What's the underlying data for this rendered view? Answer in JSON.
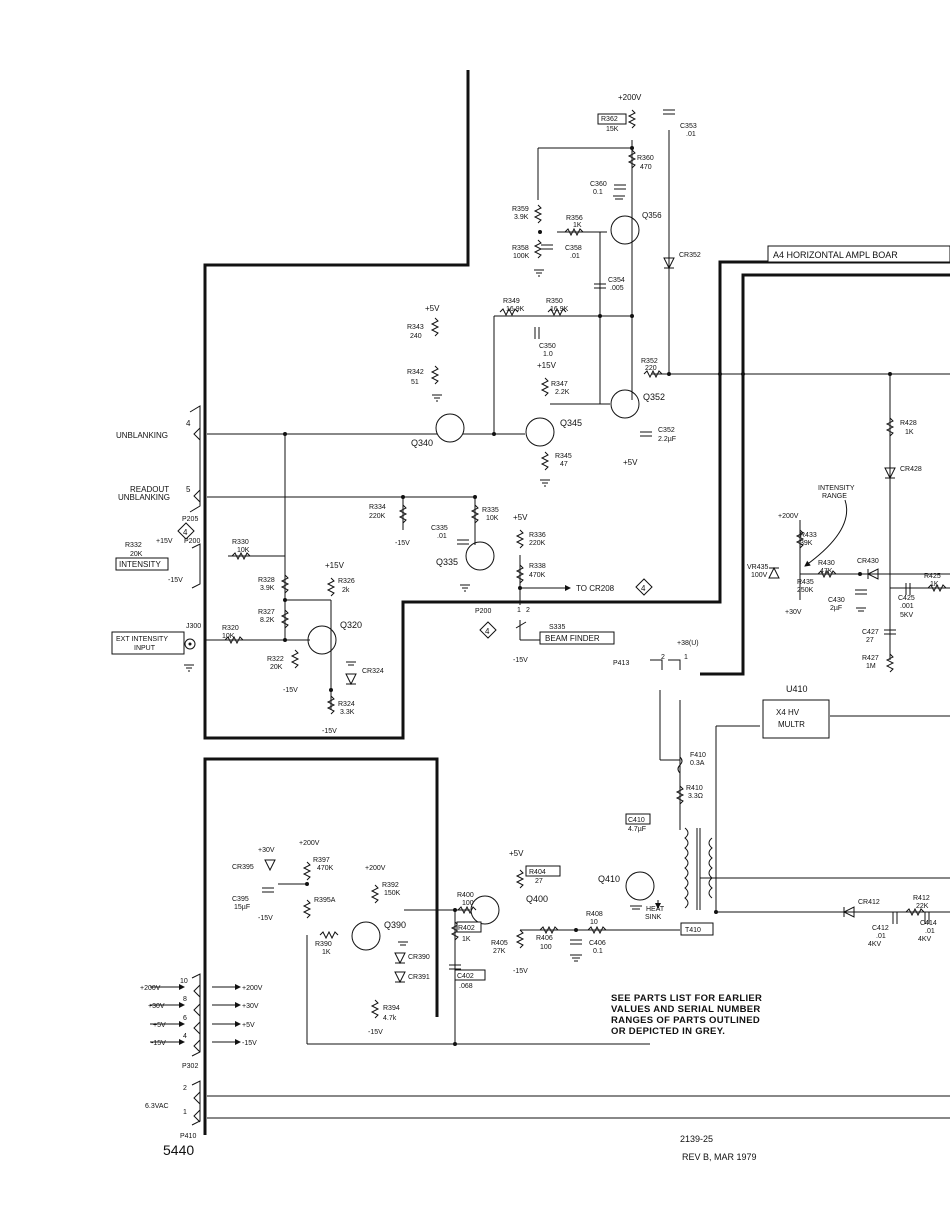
{
  "board_title": "A4 HORIZONTAL AMPL BOAR",
  "drawing_number": "5440",
  "revision": "REV B, MAR 1979",
  "part_code": "2139-25",
  "note": [
    "SEE PARTS LIST FOR EARLIER",
    "VALUES AND SERIAL NUMBER",
    "RANGES OF PARTS OUTLINED",
    "OR DEPICTED IN GREY."
  ],
  "inputs": {
    "unblanking": "UNBLANKING",
    "readout_1": "READOUT",
    "readout_2": "UNBLANKING",
    "intensity": "INTENSITY",
    "ext_1": "EXT INTENSITY",
    "ext_2": "INPUT",
    "beam_finder": "BEAM FINDER",
    "to_cr208": "TO CR208",
    "intensity_range_1": "INTENSITY",
    "intensity_range_2": "RANGE",
    "heat_sink_1": "HEAT",
    "heat_sink_2": "SINK"
  },
  "connectors": {
    "p205": "P205",
    "p200": "P200",
    "j300": "J300",
    "p413": "P413",
    "p302": "P302",
    "p410": "P410",
    "pin4": "4",
    "pin5": "5",
    "pin10": "10",
    "pin8": "8",
    "pin6": "6",
    "pin4b": "4",
    "pin2": "2",
    "pin1": "1",
    "p413_pin2": "2",
    "p413_pin1": "1",
    "p200_pin2": "2",
    "p200_pin1": "1"
  },
  "markers": {
    "m1": "4",
    "m2": "4",
    "m3": "4"
  },
  "supplies": {
    "p200v_top": "+200V",
    "p5v_a": "+5V",
    "p15v_a": "+15V",
    "p5v_b": "+5V",
    "p5v_c": "+5V",
    "m15v_a": "-15V",
    "p15v_b": "+15V",
    "m15v_b": "-15V",
    "m15v_c": "-15V",
    "m15v_d": "-15V",
    "p15v_c": "+15V",
    "m15v_e": "-15V",
    "p200v_b": "+200V",
    "p30v_a": "+30V",
    "p38u": "+38(U)",
    "p30v_b": "+30V",
    "p200v_c": "+200V",
    "p200v_d": "+200V",
    "m15v_f": "-15V",
    "p5v_d": "+5V",
    "m15v_g": "-15V",
    "m15v_h": "-15V",
    "bus_200_l": "+200V",
    "bus_30_l": "+30V",
    "bus_5_l": "+5V",
    "bus_m15_l": "-15V",
    "bus_200_r": "+200V",
    "bus_30_r": "+30V",
    "bus_5_r": "+5V",
    "bus_m15_r": "-15V",
    "vac": "6.3VAC"
  },
  "components": {
    "r362": "R362",
    "r362v": "15K",
    "c353": "C353",
    "c353v": ".01",
    "r360": "R360",
    "r360v": "470",
    "c360": "C360",
    "c360v": "0.1",
    "r359": "R359",
    "r359v": "3.9K",
    "r356": "R356",
    "r356v": "1K",
    "q356": "Q356",
    "r358": "R358",
    "r358v": "100K",
    "c358": "C358",
    "c358v": ".01",
    "c354": "C354",
    "c354v": ".005",
    "cr352": "CR352",
    "r349": "R349",
    "r349v": "16.9K",
    "r350": "R350",
    "r350v": "16.9K",
    "c350": "C350",
    "c350v": "1.0",
    "r343": "R343",
    "r343v": "240",
    "r342": "R342",
    "r342v": "51",
    "r347": "R347",
    "r347v": "2.2K",
    "r352": "R352",
    "r352v": "220",
    "q352": "Q352",
    "c352": "C352",
    "c352v": "2.2µF",
    "q340": "Q340",
    "q345": "Q345",
    "r345": "R345",
    "r345v": "47",
    "r334": "R334",
    "r334v": "220K",
    "c335": "C335",
    "c335v": ".01",
    "r335": "R335",
    "r335v": "10K",
    "r336": "R336",
    "r336v": "220K",
    "q335": "Q335",
    "r338": "R338",
    "r338v": "470K",
    "r332": "R332",
    "r332v": "20K",
    "r330": "R330",
    "r330v": "10K",
    "r328": "R328",
    "r328v": "3.9K",
    "r327": "R327",
    "r327v": "8.2K",
    "r326": "R326",
    "r326v": "2k",
    "q320": "Q320",
    "r320": "R320",
    "r320v": "10K",
    "r322": "R322",
    "r322v": "20K",
    "cr324": "CR324",
    "r324": "R324",
    "r324v": "3.3K",
    "s335": "S335",
    "r428": "R428",
    "r428v": "1K",
    "cr428": "CR428",
    "r433": "R433",
    "r433v": "39K",
    "vr435": "VR435",
    "vr435v": "100V",
    "r430": "R430",
    "r430v": "47K",
    "cr430": "CR430",
    "r435": "R435",
    "r435v": "250K",
    "c430": "C430",
    "c430v": "2µF",
    "c425": "C425",
    "c425v": ".001",
    "c425k": "5KV",
    "r425": "R425",
    "r425v": "1K",
    "c427": "C427",
    "c427v": "27",
    "r427": "R427",
    "r427v": "1M",
    "u410": "U410",
    "u410t1": "X4 HV",
    "u410t2": "MULTR",
    "f410": "F410",
    "f410v": "0.3A",
    "r410": "R410",
    "r410v": "3.3Ω",
    "c410": "C410",
    "c410v": "4.7µF",
    "q410": "Q410",
    "t410": "T410",
    "cr412": "CR412",
    "r412": "R412",
    "r412v": "22K",
    "c412": "C412",
    "c412v": ".01",
    "c412k": "4KV",
    "c414": "C414",
    "c414v": ".01",
    "c414k": "4KV",
    "cr395": "CR395",
    "r397": "R397",
    "r397v": "470K",
    "c395": "C395",
    "c395v": "15µF",
    "r395a": "R395A",
    "r392": "R392",
    "r392v": "150K",
    "q390": "Q390",
    "r390": "R390",
    "r390v": "1K",
    "cr390": "CR390",
    "cr391": "CR391",
    "r394": "R394",
    "r394v": "4.7k",
    "r400": "R400",
    "r400v": "100",
    "r402": "R402",
    "r402v": "1K",
    "c402": "C402",
    "c402v": ".068",
    "r404": "R404",
    "r404v": "27",
    "q400": "Q400",
    "r408": "R408",
    "r408v": "10",
    "r406": "R406",
    "r406v": "100",
    "r405": "R405",
    "r405v": "27K",
    "c406": "C406",
    "c406v": "0.1"
  }
}
